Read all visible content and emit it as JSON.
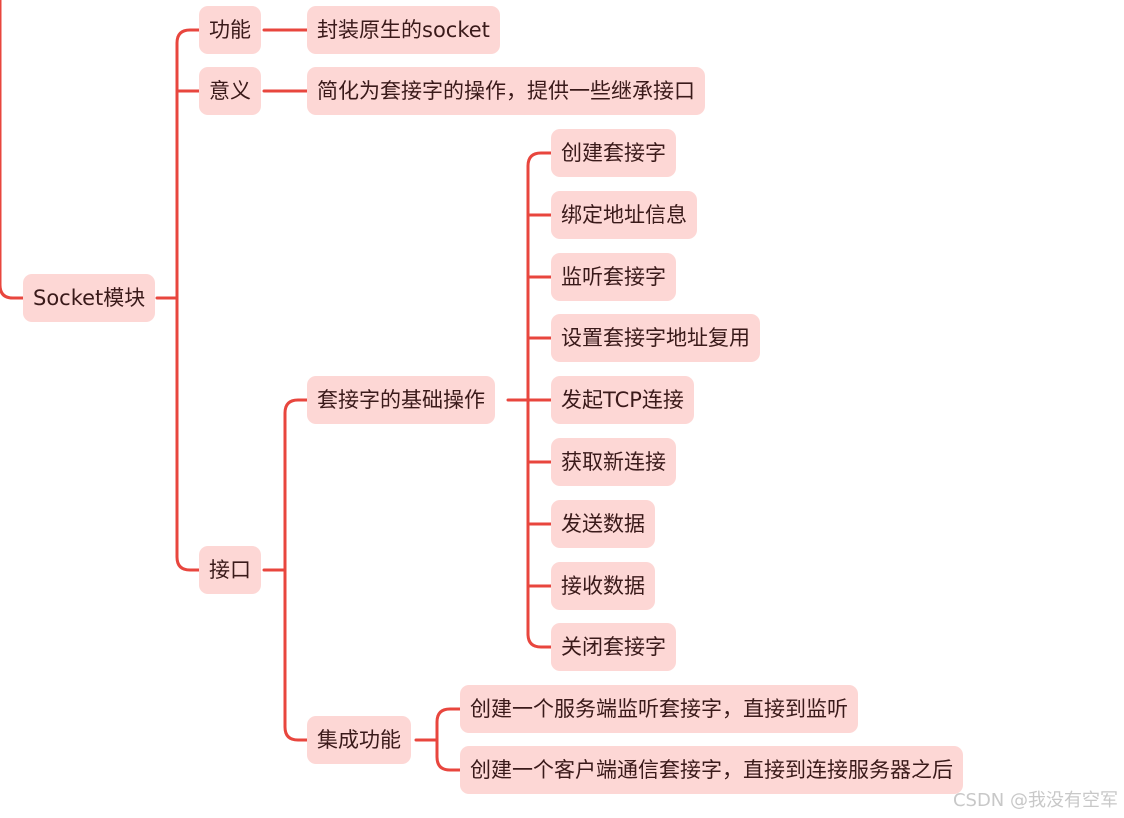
{
  "mindmap": {
    "root": "Socket模块",
    "gongneng": {
      "label": "功能",
      "child": "封装原生的socket"
    },
    "yiyi": {
      "label": "意义",
      "child": "简化为套接字的操作，提供一些继承接口"
    },
    "jiekou": {
      "label": "接口",
      "basic": {
        "label": "套接字的基础操作",
        "items": [
          "创建套接字",
          "绑定地址信息",
          "监听套接字",
          "设置套接字地址复用",
          "发起TCP连接",
          "获取新连接",
          "发送数据",
          "接收数据",
          "关闭套接字"
        ]
      },
      "integrated": {
        "label": "集成功能",
        "items": [
          "创建一个服务端监听套接字，直接到监听",
          "创建一个客户端通信套接字，直接到连接服务器之后"
        ]
      }
    }
  },
  "watermark": "CSDN @我没有空军",
  "colors": {
    "line": "#e8463e",
    "node_fill": "#fdd7d5",
    "text": "#3a1a1a"
  }
}
